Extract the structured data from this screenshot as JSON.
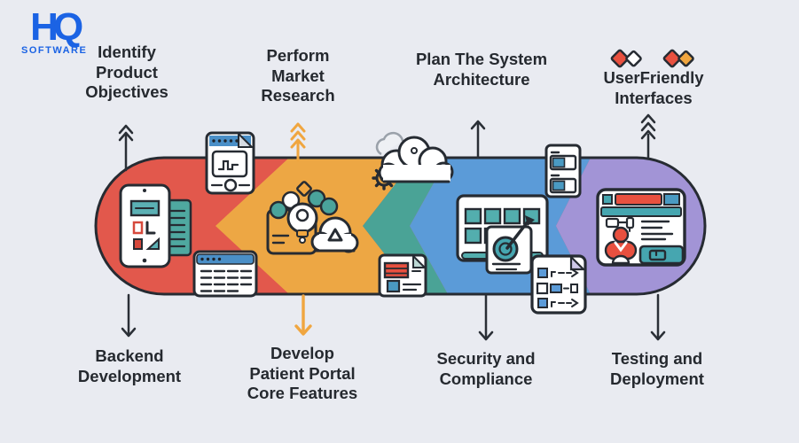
{
  "logo": {
    "monogram": "HQ",
    "subtitle": "SOFTWARE",
    "color": "#1b63e4"
  },
  "top_labels": [
    {
      "id": "identify-product-objectives",
      "lines": [
        "Identify",
        "Product",
        "Objectives"
      ]
    },
    {
      "id": "perform-market-research",
      "lines": [
        "Perform",
        "Market",
        "Research"
      ]
    },
    {
      "id": "plan-the-system-architecture",
      "lines": [
        "Plan The System",
        "Architecture"
      ]
    },
    {
      "id": "user-friendly-interfaces",
      "lines": [
        "UserFriendly",
        "Interfaces"
      ]
    }
  ],
  "bottom_labels": [
    {
      "id": "backend-development",
      "lines": [
        "Backend",
        "Development"
      ]
    },
    {
      "id": "develop-patient-portal-core-features",
      "lines": [
        "Develop",
        "Patient Portal",
        "Core Features"
      ]
    },
    {
      "id": "security-and-compliance",
      "lines": [
        "Security and",
        "Compliance"
      ]
    },
    {
      "id": "testing-and-deployment",
      "lines": [
        "Testing and",
        "Deployment"
      ]
    }
  ],
  "banner": {
    "segments": [
      {
        "name": "red-segment",
        "color": "#e2584c"
      },
      {
        "name": "orange-segment",
        "color": "#eda744"
      },
      {
        "name": "teal-segment",
        "color": "#4aa396"
      },
      {
        "name": "blue-segment",
        "color": "#5b9bd8"
      },
      {
        "name": "purple-segment",
        "color": "#a294d6"
      }
    ],
    "outline_color": "#262b32"
  },
  "colors": {
    "background": "#e9ebf1",
    "outline": "#262b32",
    "label_text": "#25292f",
    "arrow_dark": "#2a2f36",
    "arrow_orange": "#f0a640",
    "icon_teal": "#4fa8a0",
    "icon_blue_header": "#4a8fc7",
    "icon_red": "#e8503f"
  },
  "diamond_pairs": [
    {
      "left": "#e8503f",
      "right": "#ffffff"
    },
    {
      "left": "#e8503f",
      "right": "#f0a640"
    }
  ],
  "icons": [
    "mobile-app-icon",
    "medical-monitor-icon",
    "data-table-icon",
    "team-idea-cloud-icon",
    "gear-icon",
    "cloud-icon",
    "report-document-icon",
    "calendar-audit-icon",
    "toggle-cards-icon",
    "checklist-document-icon",
    "patient-profile-browser-icon",
    "linked-diamonds-icon"
  ]
}
